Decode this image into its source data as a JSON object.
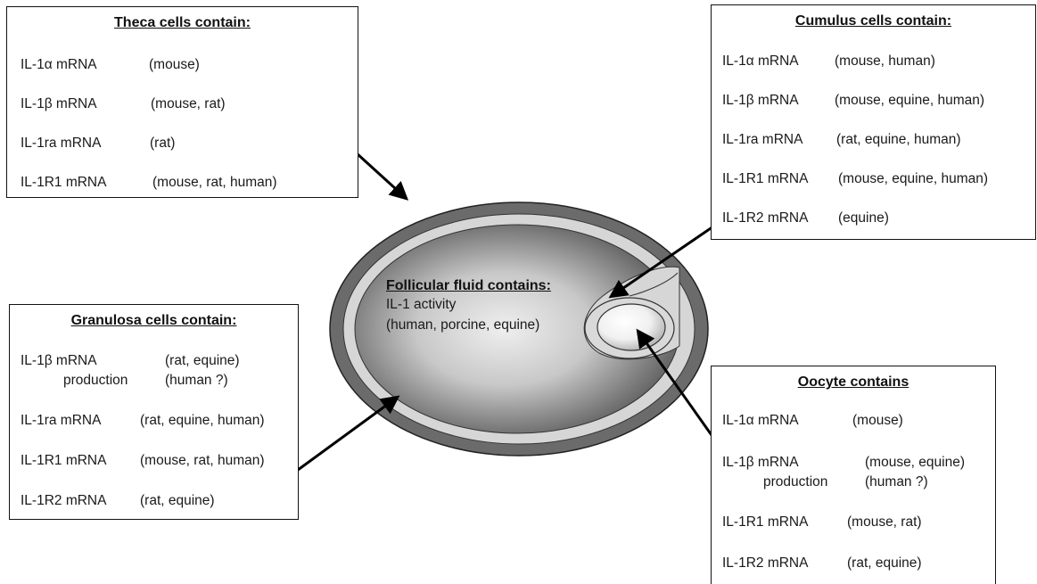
{
  "theca": {
    "title": "Theca cells contain:",
    "rows": [
      {
        "gene": "IL-1α mRNA",
        "species": "(mouse)"
      },
      {
        "gene": "IL-1β mRNA",
        "species": "(mouse, rat)"
      },
      {
        "gene": "IL-1ra mRNA",
        "species": "(rat)"
      },
      {
        "gene": "IL-1R1 mRNA",
        "species": "(mouse, rat, human)"
      }
    ]
  },
  "cumulus": {
    "title": "Cumulus cells contain:",
    "rows": [
      {
        "gene": "IL-1α mRNA",
        "species": "(mouse, human)"
      },
      {
        "gene": "IL-1β mRNA",
        "species": "(mouse, equine, human)"
      },
      {
        "gene": "IL-1ra mRNA",
        "species": "(rat, equine, human)"
      },
      {
        "gene": "IL-1R1 mRNA",
        "species": "(mouse, equine, human)"
      },
      {
        "gene": "IL-1R2 mRNA",
        "species": "(equine)"
      }
    ]
  },
  "granulosa": {
    "title": "Granulosa cells contain:",
    "rows": [
      {
        "gene": "IL-1β mRNA",
        "species": "(rat, equine)",
        "sub_label": "production",
        "sub_species": "(human ?)"
      },
      {
        "gene": "IL-1ra mRNA",
        "species": "(rat, equine, human)"
      },
      {
        "gene": "IL-1R1 mRNA",
        "species": "(mouse, rat, human)"
      },
      {
        "gene": "IL-1R2 mRNA",
        "species": "(rat, equine)"
      }
    ]
  },
  "oocyte": {
    "title": "Oocyte contains",
    "rows": [
      {
        "gene": "IL-1α mRNA",
        "species": "(mouse)"
      },
      {
        "gene": "IL-1β mRNA",
        "species": "(mouse, equine)",
        "sub_label": "production",
        "sub_species": "(human ?)"
      },
      {
        "gene": "IL-1R1 mRNA",
        "species": "(mouse, rat)"
      },
      {
        "gene": "IL-1R2 mRNA",
        "species": "(rat, equine)"
      }
    ]
  },
  "follicular_fluid": {
    "title": "Follicular fluid contains:",
    "line1": "IL-1 activity",
    "line2": "(human, porcine, equine)"
  },
  "colors": {
    "follicle_outer": "#6b6b6b",
    "theca_ring": "#d6d6d6",
    "antrum_center": "#eeeeee",
    "antrum_edge": "#505050",
    "border": "#111111"
  }
}
